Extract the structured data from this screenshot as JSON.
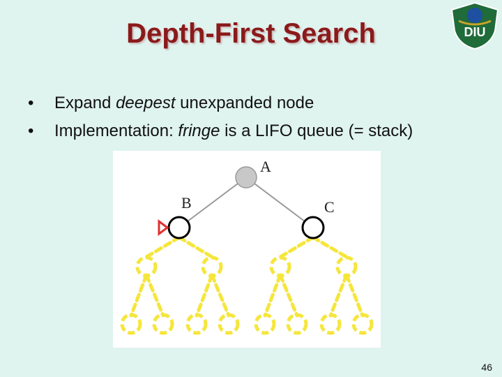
{
  "slide": {
    "title": "Depth-First Search",
    "bullets": [
      {
        "before": "Expand ",
        "emphasis": "deepest",
        "after": " unexpanded node"
      },
      {
        "before": "Implementation: ",
        "emphasis": "fringe",
        "after": " is a LIFO queue (= stack)"
      }
    ],
    "page_number": "46"
  },
  "logo": {
    "text": "DIU"
  },
  "tree": {
    "node_labels": {
      "a": "A",
      "b": "B",
      "c": "C"
    },
    "colors": {
      "explored_fill": "#c8c8c8",
      "frontier_stroke": "#000000",
      "unexplored": "#f5e63c",
      "edge": "#999999",
      "pointer": "#e03030"
    }
  }
}
